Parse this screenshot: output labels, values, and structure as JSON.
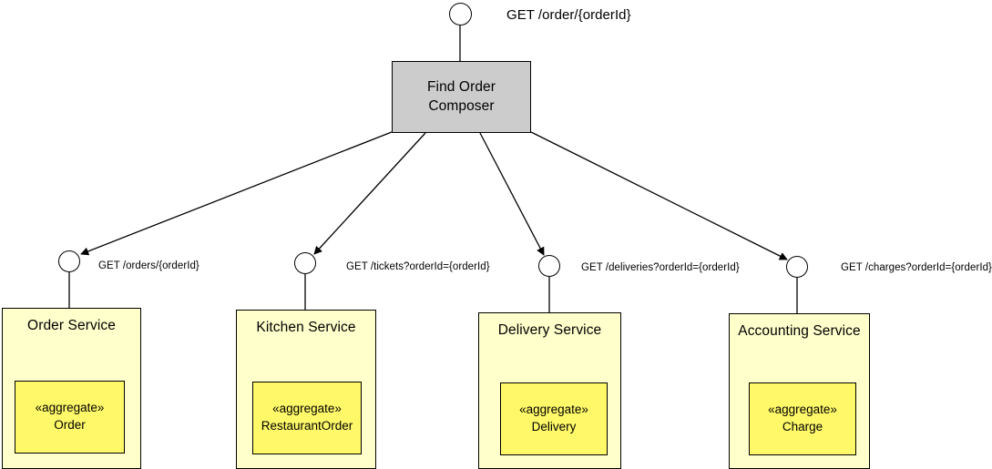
{
  "diagram": {
    "title_label": "GET /order/{orderId}",
    "composer": {
      "name": "composer",
      "line1": "Find Order",
      "line2": "Composer",
      "fill": "#cccccc"
    },
    "services": [
      {
        "id": "order-service",
        "title": "Order Service",
        "aggregate_stereotype": "«aggregate»",
        "aggregate_name": "Order",
        "request_label": "GET /orders/{orderId}",
        "fill": "#ffffcc",
        "aggregate_fill": "#fff969"
      },
      {
        "id": "kitchen-service",
        "title": "Kitchen Service",
        "aggregate_stereotype": "«aggregate»",
        "aggregate_name": "RestaurantOrder",
        "request_label": "GET /tickets?orderId={orderId}",
        "fill": "#ffffcc",
        "aggregate_fill": "#fff969"
      },
      {
        "id": "delivery-service",
        "title": "Delivery Service",
        "aggregate_stereotype": "«aggregate»",
        "aggregate_name": "Delivery",
        "request_label": "GET /deliveries?orderId={orderId}",
        "fill": "#ffffcc",
        "aggregate_fill": "#fff969"
      },
      {
        "id": "accounting-service",
        "title": "Accounting Service",
        "aggregate_stereotype": "«aggregate»",
        "aggregate_name": "Charge",
        "request_label": "GET /charges?orderId={orderId}",
        "fill": "#ffffcc",
        "aggregate_fill": "#fff969"
      }
    ],
    "colors": {
      "stroke": "#000000",
      "background": "#ffffff",
      "port_fill": "#ffffff"
    }
  }
}
